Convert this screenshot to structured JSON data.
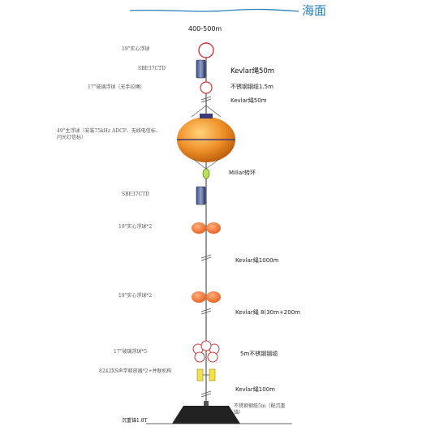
{
  "surface": {
    "label": "海面"
  },
  "depth_range": "400-500m",
  "components": {
    "float19_solid": "19\"实心浮球",
    "ctd_top": "SBE37CTD",
    "float17_glass_top": "17\"玻璃浮球（无手拉绳）",
    "main_float": "49\"主浮球（安装75kHz ADCP、无线电信标、闪光灯信标）",
    "ctd_mid": "SBE37CTD",
    "float19_pair_1": "19\"实心浮球*2",
    "float19_pair_2": "19\"实心浮球*2",
    "float17_glass_cluster": "17\"玻璃浮球*5",
    "release": "8242XS声学释放器*2+并联机构",
    "anchor": "沉重锚1.8T"
  },
  "ropes": {
    "kevlar_50m_top": "Kevlar绳50m",
    "steel_cable_1_5m": "不锈钢钢缆1.5m",
    "kevlar_50m_mid": "Kevlar绳50m",
    "millar_joint": "Millar转环",
    "kevlar_1000m": "Kevlar绳1000m",
    "kevlar_segmented": "Kevlar绳 8(30m+200m",
    "steel_5m": "5m不锈钢钢缆",
    "kevlar_100m": "Kevlar绳100m",
    "steel_bottom": "不锈钢钢缆5m（配沉重锚）"
  }
}
